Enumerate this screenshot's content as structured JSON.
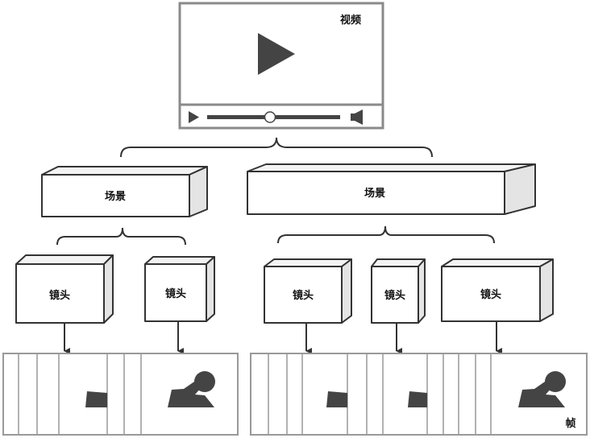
{
  "video": {
    "label": "视频"
  },
  "scenes": [
    {
      "label": "场景"
    },
    {
      "label": "场景"
    }
  ],
  "shots": [
    {
      "label": "镜头"
    },
    {
      "label": "镜头"
    },
    {
      "label": "镜头"
    },
    {
      "label": "镜头"
    },
    {
      "label": "镜头"
    }
  ],
  "frames": {
    "label": "帧"
  },
  "colors": {
    "stroke": "#333333",
    "player_border": "#8a8a8a",
    "icon": "#444444",
    "box_side": "#e4e4e4",
    "box_top": "#f3f3f3",
    "frame_border": "#999999"
  }
}
